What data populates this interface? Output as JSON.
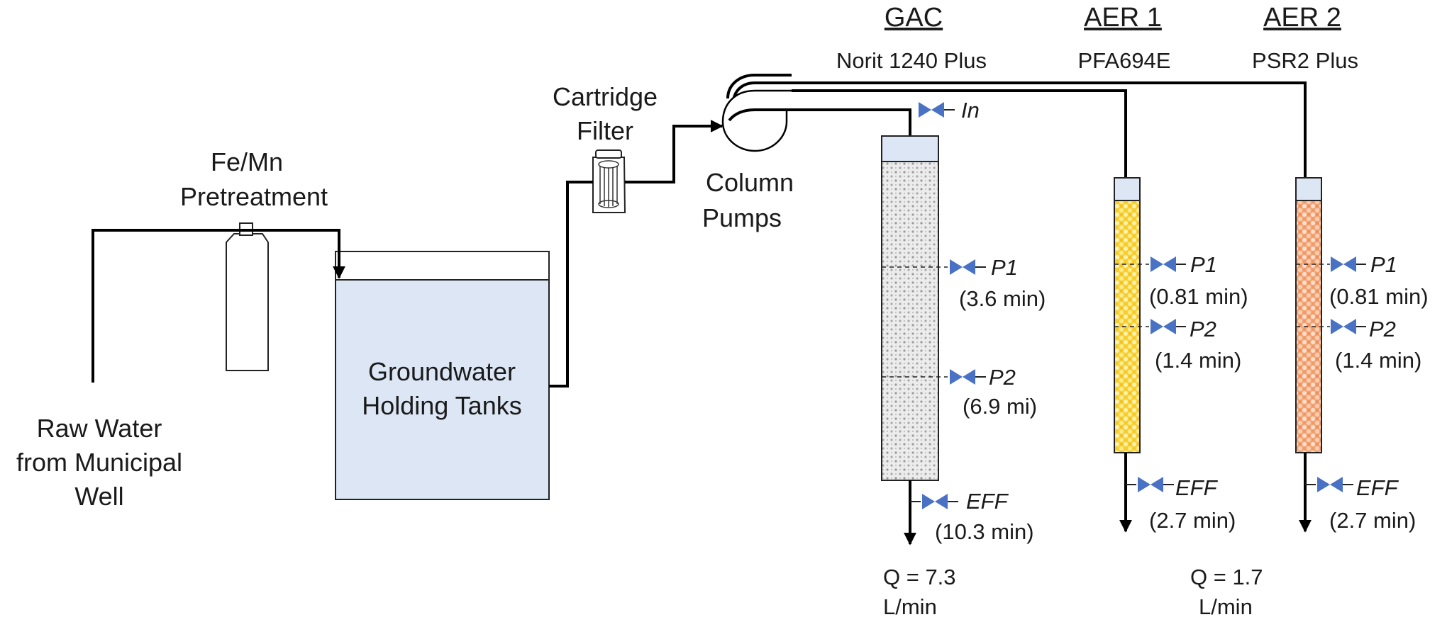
{
  "source": {
    "lines": [
      "Raw Water",
      "from Municipal",
      "Well"
    ]
  },
  "pretreatment": {
    "lines": [
      "Fe/Mn",
      "Pretreatment"
    ]
  },
  "tanks": {
    "lines": [
      "Groundwater",
      "Holding Tanks"
    ]
  },
  "filter": {
    "lines": [
      "Cartridge",
      "Filter"
    ]
  },
  "pumps": {
    "lines": [
      "Column",
      "Pumps"
    ]
  },
  "inlet_port": {
    "label": "In"
  },
  "columns": [
    {
      "heading": "GAC",
      "media": "Norit 1240 Plus",
      "media_color": "#c9c9c9",
      "p1": {
        "label": "P1",
        "time": "(3.6 min)"
      },
      "p2": {
        "label": "P2",
        "time": "(6.9 mi)"
      },
      "eff": {
        "label": "EFF",
        "time": "(10.3 min)"
      },
      "flow": {
        "value": "Q = 7.3",
        "unit": "L/min"
      }
    },
    {
      "heading": "AER 1",
      "media": "PFA694E",
      "media_color": "#f7d23a",
      "p1": {
        "label": "P1",
        "time": "(0.81 min)"
      },
      "p2": {
        "label": "P2",
        "time": "(1.4 min)"
      },
      "eff": {
        "label": "EFF",
        "time": "(2.7 min)"
      },
      "flow": {
        "value": "Q = 1.7",
        "unit": "L/min"
      }
    },
    {
      "heading": "AER 2",
      "media": "PSR2 Plus",
      "media_color": "#f4a67a",
      "p1": {
        "label": "P1",
        "time": "(0.81 min)"
      },
      "p2": {
        "label": "P2",
        "time": "(1.4 min)"
      },
      "eff": {
        "label": "EFF",
        "time": "(2.7 min)"
      }
    }
  ],
  "colors": {
    "water": "#dce6f4",
    "valve": "#4a72c4",
    "pipe": "#000000"
  }
}
